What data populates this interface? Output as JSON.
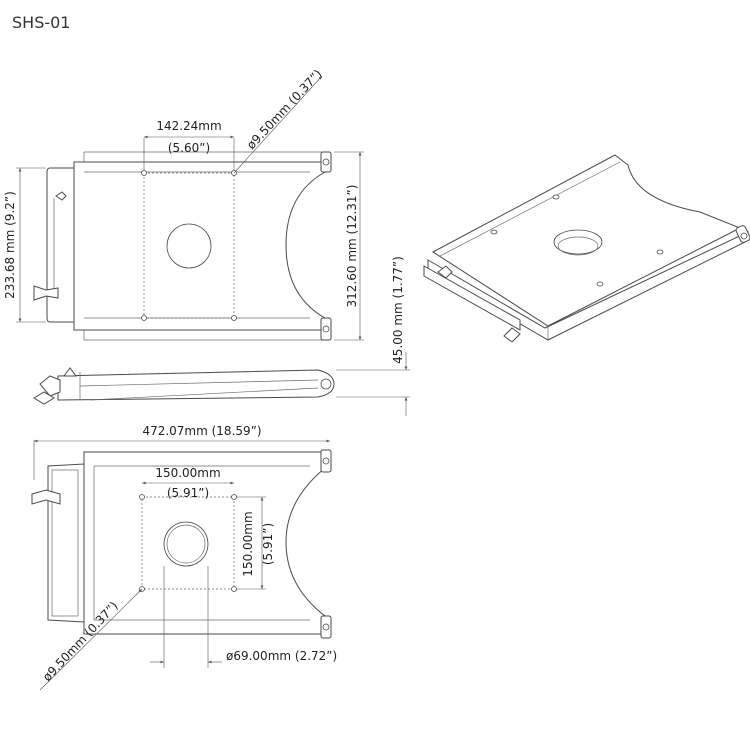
{
  "title": "SHS-01",
  "top_view": {
    "hole_spacing": "142.24mm",
    "hole_spacing_in": "(5.60”)",
    "hole_diameter": "ø9.50mm (0.37”)",
    "width": "233.68 mm (9.2”)",
    "length": "312.60 mm (12.31”)"
  },
  "side_view": {
    "height": "45.00 mm (1.77”)"
  },
  "bottom_view": {
    "overall_length": "472.07mm (18.59”)",
    "hole_spacing_h": "150.00mm",
    "hole_spacing_h_in": "(5.91”)",
    "hole_spacing_v": "150.00mm",
    "hole_spacing_v_in": "(5.91”)",
    "hole_diameter": "ø9.50mm (0.37”)",
    "center_hole": "ø69.00mm (2.72”)"
  }
}
